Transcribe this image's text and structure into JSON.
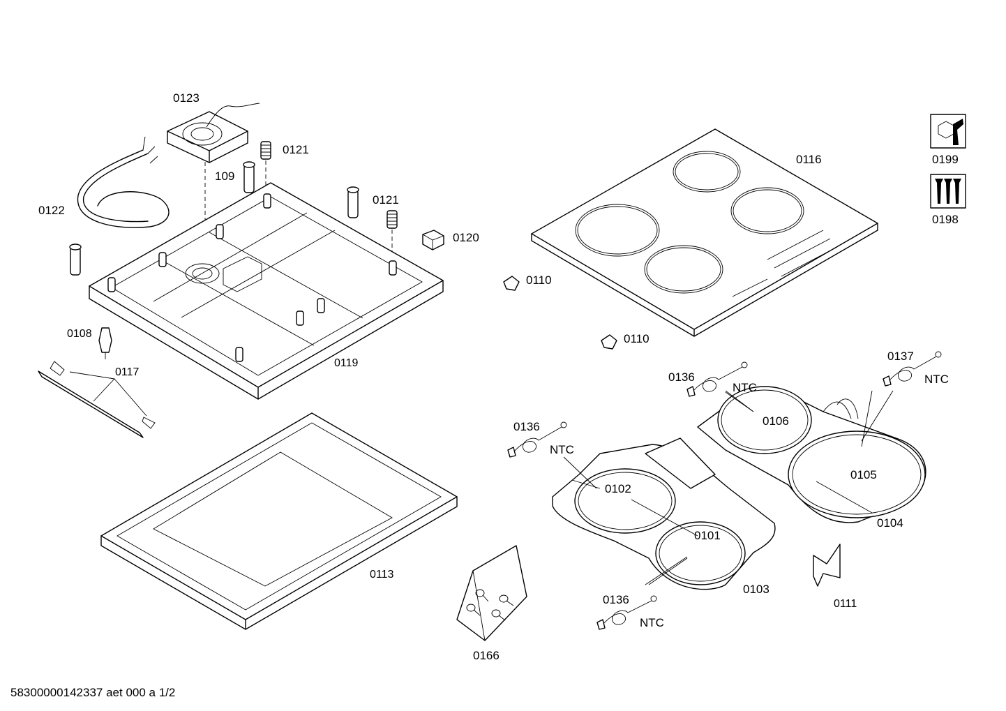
{
  "labels": {
    "p0123": "0123",
    "p0121a": "0121",
    "p109": "109",
    "p0121b": "0121",
    "p0122": "0122",
    "p0120": "0120",
    "p0108": "0108",
    "p0117": "0117",
    "p0119": "0119",
    "p0116": "0116",
    "p0110a": "0110",
    "p0110b": "0110",
    "p0199": "0199",
    "p0198": "0198",
    "p0137": "0137",
    "p0136a": "0136",
    "p0136b": "0136",
    "p0136c": "0136",
    "ntc1": "NTC",
    "ntc2": "NTC",
    "ntc3": "NTC",
    "ntc4": "NTC",
    "p0106": "0106",
    "p0105": "0105",
    "p0104": "0104",
    "p0102": "0102",
    "p0101": "0101",
    "p0103": "0103",
    "p0111": "0111",
    "p0113": "0113",
    "p0166": "0166"
  },
  "footer": "58300000142337 aet 000 a 1/2",
  "icons": [
    "tool-wrench-icon",
    "screw-set-icon"
  ]
}
